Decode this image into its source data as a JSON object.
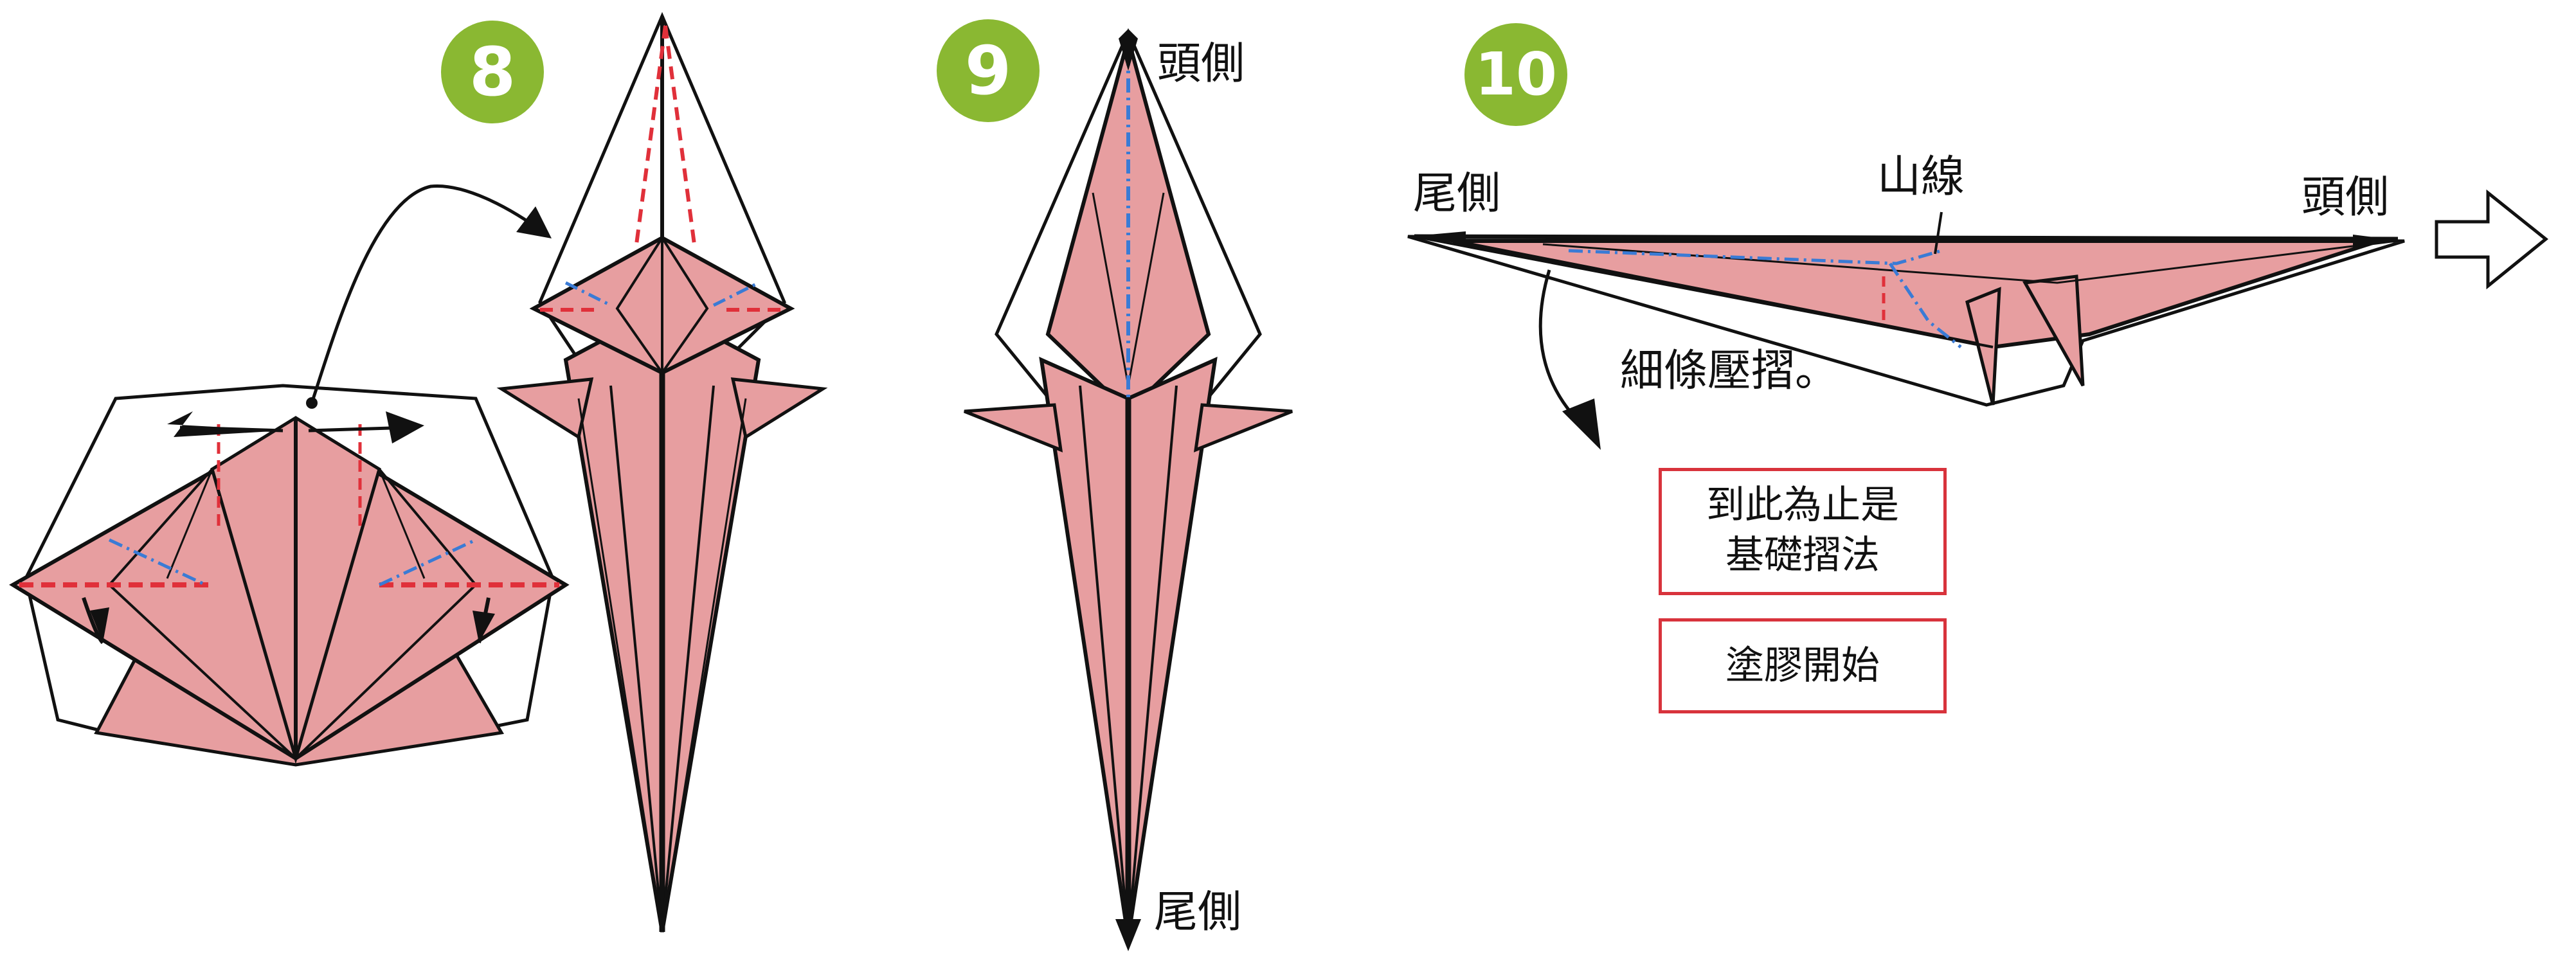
{
  "colors": {
    "paper_pink": "#e79ea0",
    "paper_pink_dark": "#c97b80",
    "outline": "#111111",
    "valley_fold": "#e0303a",
    "mountain_fold": "#3a7bd5",
    "badge_green": "#8ab832",
    "box_border": "#d8333c"
  },
  "steps": [
    {
      "number": "8"
    },
    {
      "number": "9",
      "head_label": "頭側",
      "tail_label": "尾側"
    },
    {
      "number": "10",
      "tail_label": "尾側",
      "head_label": "頭側",
      "mountain_label": "山線",
      "instruction": "細條壓摺。"
    }
  ],
  "notes": [
    {
      "lines": [
        "到此為止是",
        "基礎摺法"
      ]
    },
    {
      "lines": [
        "塗膠開始"
      ]
    }
  ],
  "icons": [
    "curved-arrow-icon",
    "open-flap-arrow-icon",
    "turn-over-arrow-icon",
    "next-step-arrow-icon",
    "fold-down-arrow-icon"
  ]
}
